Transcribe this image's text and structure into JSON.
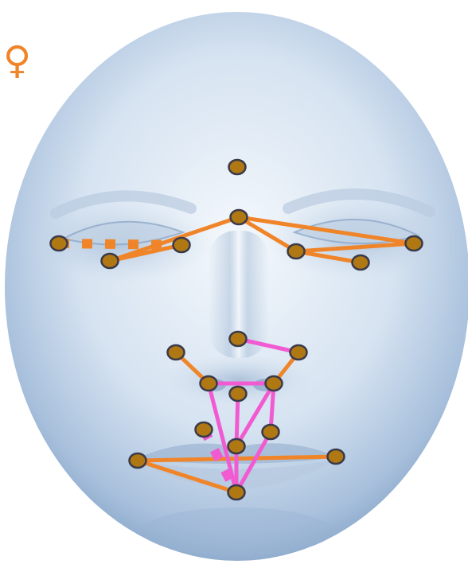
{
  "gender_symbol": "♀",
  "colors": {
    "face_light": "#f4f8fc",
    "face_mid": "#c4d6ea",
    "face_dark": "#7f9fc4",
    "edge_orange": "#f08428",
    "edge_pink": "#f25ad2",
    "landmark_fill": "#b07812",
    "landmark_stroke": "#3a3a4a"
  },
  "landmarks": [
    {
      "id": "forehead"
    },
    {
      "id": "nasion"
    },
    {
      "id": "right-eye-outer"
    },
    {
      "id": "right-eye-inner"
    },
    {
      "id": "right-eye-lower"
    },
    {
      "id": "left-eye-inner"
    },
    {
      "id": "left-eye-outer"
    },
    {
      "id": "left-eye-lower"
    },
    {
      "id": "nose-tip"
    },
    {
      "id": "right-alar"
    },
    {
      "id": "left-alar"
    },
    {
      "id": "right-nostril"
    },
    {
      "id": "left-nostril"
    },
    {
      "id": "subnasale"
    },
    {
      "id": "right-upper-lip"
    },
    {
      "id": "left-upper-lip"
    },
    {
      "id": "upper-lip-center"
    },
    {
      "id": "right-mouth-corner"
    },
    {
      "id": "left-mouth-corner"
    },
    {
      "id": "chin-lower-lip"
    }
  ],
  "edges": [
    {
      "from": "nasion",
      "to": "right-eye-lower",
      "color": "orange",
      "style": "solid"
    },
    {
      "from": "nasion",
      "to": "left-eye-outer",
      "color": "orange",
      "style": "solid"
    },
    {
      "from": "nasion",
      "to": "left-eye-inner",
      "color": "orange",
      "style": "solid"
    },
    {
      "from": "right-eye-inner",
      "to": "right-eye-lower",
      "color": "orange",
      "style": "solid"
    },
    {
      "from": "left-eye-inner",
      "to": "left-eye-outer",
      "color": "orange",
      "style": "solid"
    },
    {
      "from": "left-eye-inner",
      "to": "left-eye-lower",
      "color": "orange",
      "style": "solid"
    },
    {
      "from": "right-eye-outer",
      "to": "right-eye-inner",
      "color": "orange",
      "style": "dashed"
    },
    {
      "from": "right-alar",
      "to": "right-nostril",
      "color": "orange",
      "style": "solid"
    },
    {
      "from": "left-alar",
      "to": "left-nostril",
      "color": "orange",
      "style": "solid"
    },
    {
      "from": "right-mouth-corner",
      "to": "left-mouth-corner",
      "color": "orange",
      "style": "solid"
    },
    {
      "from": "right-mouth-corner",
      "to": "chin-lower-lip",
      "color": "orange",
      "style": "solid"
    },
    {
      "from": "nose-tip",
      "to": "left-alar",
      "color": "pink",
      "style": "solid"
    },
    {
      "from": "right-nostril",
      "to": "left-nostril",
      "color": "pink",
      "style": "solid"
    },
    {
      "from": "subnasale",
      "to": "upper-lip-center",
      "color": "pink",
      "style": "solid"
    },
    {
      "from": "right-nostril",
      "to": "chin-lower-lip",
      "color": "pink",
      "style": "solid"
    },
    {
      "from": "left-nostril",
      "to": "upper-lip-center",
      "color": "pink",
      "style": "solid"
    },
    {
      "from": "left-nostril",
      "to": "left-upper-lip",
      "color": "pink",
      "style": "solid"
    },
    {
      "from": "left-upper-lip",
      "to": "chin-lower-lip",
      "color": "pink",
      "style": "solid"
    },
    {
      "from": "upper-lip-center",
      "to": "chin-lower-lip",
      "color": "pink",
      "style": "solid"
    },
    {
      "from": "right-upper-lip",
      "to": "chin-lower-lip",
      "color": "pink",
      "style": "dashed"
    }
  ]
}
